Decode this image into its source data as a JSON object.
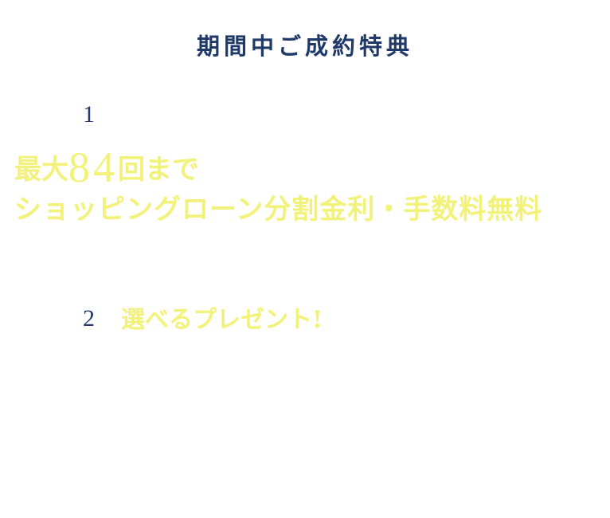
{
  "heading": {
    "title": "期間中ご成約特典"
  },
  "benefits": [
    {
      "number": "1",
      "line1_prefix": "最大",
      "line1_number": "84",
      "line1_suffix": "回まで",
      "line2": "ショッピングローン分割金利・手数料無料"
    },
    {
      "number": "2",
      "text": "選べるプレゼント!"
    }
  ],
  "colors": {
    "background": "#ffffff",
    "title": "#1f3a68",
    "accent_yellow": "#f2f27a"
  }
}
